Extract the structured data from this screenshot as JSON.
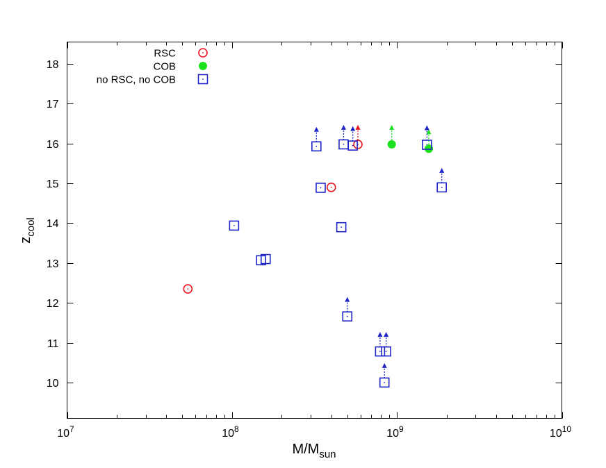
{
  "chart_data": {
    "type": "scatter",
    "title": "",
    "xlabel": {
      "base": "M/M",
      "sub": "sun"
    },
    "ylabel": {
      "base": "z",
      "sub": "cool"
    },
    "xscale": "log",
    "xlim": [
      10000000,
      10000000000
    ],
    "ylim": [
      9.1,
      18.55
    ],
    "grid": false,
    "legend_placement": "top-left",
    "x_ticks": [
      {
        "value": 10000000,
        "base": "10",
        "exp": "7"
      },
      {
        "value": 100000000,
        "base": "10",
        "exp": "8"
      },
      {
        "value": 1000000000,
        "base": "10",
        "exp": "9"
      },
      {
        "value": 10000000000,
        "base": "10",
        "exp": "10"
      }
    ],
    "y_ticks": [
      {
        "value": 10,
        "label": "10"
      },
      {
        "value": 11,
        "label": "11"
      },
      {
        "value": 12,
        "label": "12"
      },
      {
        "value": 13,
        "label": "13"
      },
      {
        "value": 14,
        "label": "14"
      },
      {
        "value": 15,
        "label": "15"
      },
      {
        "value": 16,
        "label": "16"
      },
      {
        "value": 17,
        "label": "17"
      },
      {
        "value": 18,
        "label": "18"
      }
    ],
    "series": [
      {
        "name": "RSC",
        "marker": "open-circle",
        "color": "#e8141c",
        "points": [
          {
            "x": 54000000,
            "y": 12.35,
            "lower_limit": false
          },
          {
            "x": 400000000,
            "y": 14.9,
            "lower_limit": false
          },
          {
            "x": 580000000,
            "y": 15.98,
            "lower_limit": true
          }
        ]
      },
      {
        "name": "COB",
        "marker": "filled-circle",
        "color": "#1ee11e",
        "points": [
          {
            "x": 930000000,
            "y": 15.98,
            "lower_limit": true
          },
          {
            "x": 1560000000,
            "y": 15.87,
            "lower_limit": true
          }
        ]
      },
      {
        "name": "no RSC, no COB",
        "marker": "open-square",
        "color": "#1f25c8",
        "points": [
          {
            "x": 103000000,
            "y": 13.94,
            "lower_limit": false
          },
          {
            "x": 150000000,
            "y": 13.07,
            "lower_limit": false
          },
          {
            "x": 160000000,
            "y": 13.1,
            "lower_limit": false
          },
          {
            "x": 325000000,
            "y": 15.93,
            "lower_limit": true
          },
          {
            "x": 345000000,
            "y": 14.89,
            "lower_limit": false
          },
          {
            "x": 460000000,
            "y": 13.9,
            "lower_limit": false
          },
          {
            "x": 475000000,
            "y": 15.98,
            "lower_limit": true
          },
          {
            "x": 500000000,
            "y": 11.66,
            "lower_limit": true
          },
          {
            "x": 540000000,
            "y": 15.95,
            "lower_limit": true
          },
          {
            "x": 790000000,
            "y": 10.78,
            "lower_limit": true
          },
          {
            "x": 860000000,
            "y": 10.78,
            "lower_limit": true
          },
          {
            "x": 840000000,
            "y": 10.0,
            "lower_limit": true
          },
          {
            "x": 1520000000,
            "y": 15.97,
            "lower_limit": true
          },
          {
            "x": 1870000000,
            "y": 14.9,
            "lower_limit": true
          }
        ]
      }
    ]
  }
}
